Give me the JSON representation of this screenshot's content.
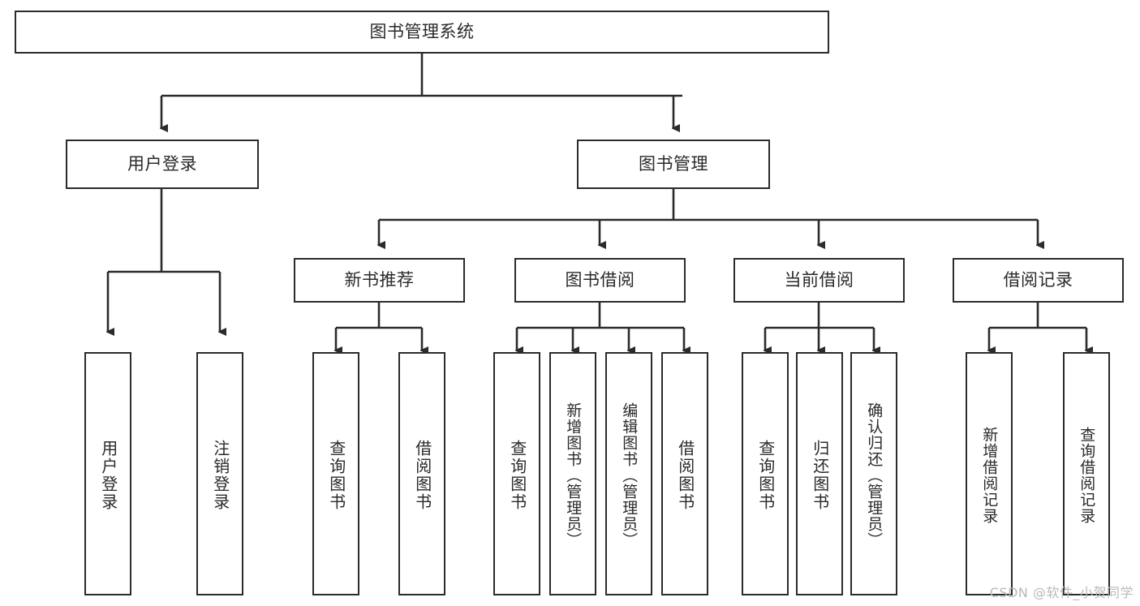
{
  "diagram": {
    "title": "图书管理系统",
    "root": {
      "id": "root",
      "label": "图书管理系统"
    },
    "level1": [
      {
        "id": "user-login",
        "label": "用户登录"
      },
      {
        "id": "book-manage",
        "label": "图书管理"
      }
    ],
    "level2": [
      {
        "id": "new-book-recommend",
        "label": "新书推荐"
      },
      {
        "id": "book-borrow",
        "label": "图书借阅"
      },
      {
        "id": "current-borrow",
        "label": "当前借阅"
      },
      {
        "id": "borrow-record",
        "label": "借阅记录"
      }
    ],
    "leaves": {
      "user-login": [
        {
          "id": "leaf-user-login",
          "label": "用户登录"
        },
        {
          "id": "leaf-user-logout",
          "label": "注销登录"
        }
      ],
      "new-book-recommend": [
        {
          "id": "leaf-query-book-1",
          "label": "查询图书"
        },
        {
          "id": "leaf-borrow-book-1",
          "label": "借阅图书"
        }
      ],
      "book-borrow": [
        {
          "id": "leaf-query-book-2",
          "label": "查询图书"
        },
        {
          "id": "leaf-add-book",
          "label": "新增图书（管理员）"
        },
        {
          "id": "leaf-edit-book",
          "label": "编辑图书（管理员）"
        },
        {
          "id": "leaf-borrow-book-2",
          "label": "借阅图书"
        }
      ],
      "current-borrow": [
        {
          "id": "leaf-query-book-3",
          "label": "查询图书"
        },
        {
          "id": "leaf-return-book",
          "label": "归还图书"
        },
        {
          "id": "leaf-confirm-return",
          "label": "确认归还（管理员）"
        }
      ],
      "borrow-record": [
        {
          "id": "leaf-add-record",
          "label": "新增借阅记录"
        },
        {
          "id": "leaf-query-record",
          "label": "查询借阅记录"
        }
      ]
    },
    "colors": {
      "stroke": "#2b2b2b",
      "fill": "#ffffff",
      "text": "#2a2a2a",
      "watermark": "#b9b9b9"
    }
  },
  "watermark": {
    "text": "CSDN @软件_小贺同学"
  }
}
